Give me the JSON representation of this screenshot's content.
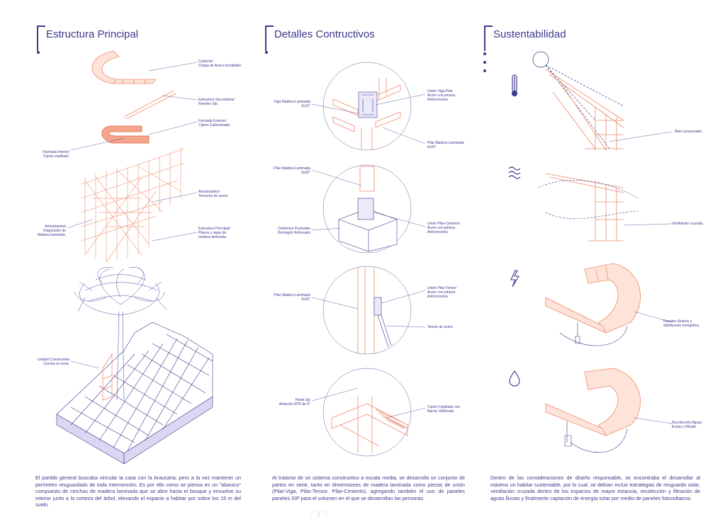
{
  "colors": {
    "accent": "#3d3a8c",
    "structure": "#f08a6c",
    "structure_light": "#f7b9a3",
    "terrain": "#d9d7f2"
  },
  "columns": [
    {
      "title": "Estructura Principal"
    },
    {
      "title": "Detalles Contructivos"
    },
    {
      "title": "Sustentabilidad"
    }
  ],
  "labels": {
    "cubierta": "Cubierta/\nChapa de Acero Inoxidable.",
    "secundaria": "Estructura Secundaria/\nPaneles Sip.",
    "fachada_ext": "Fachada Exterior/\nCiprés Carbonizado.",
    "fachada_int": "Fachada Interior/\nCiprés cepillado.",
    "arriostrantes": "Arriostrantes/\nTensores de acero.",
    "diagonales": "Arriostrantes/\nDiagonales de\nMadera laminada.",
    "principal": "Estructura Principal/\nPilares y vigas de\nmadera laminada.",
    "unidad": "Unidad Constructiva\nCercha en serie.",
    "viga": "Viga Madera Laminada\n6x12\"",
    "union_viga": "Unión Viga-Pilar\nAcero con pintura\nAnticorrosiva",
    "pilar1": "Pilar Madera Laminada\n6x20\"",
    "pilar2": "Pilar Madera Laminada\n6x20\"",
    "cimientos": "Cimientos Puntuales\nHormigón Reforzado",
    "union_cim": "Unión Pilar-Cimiento\nAcero con pintura\nAnticorrosiva",
    "pilar3": "Pilar Madera Laminada\n6x20\"",
    "union_tensor": "Unión Pilar-Tensor\nAcero con pintura\nAnticorrosiva",
    "tensor": "Tensor de acero",
    "panel": "Panel Sip\nAislación EPS de 6\"",
    "cipres": "Ciprés Cepillado con\nBarniz Vitrificado",
    "alero": "Alero proyectado.",
    "ventilacion": "Ventilación cruzada.",
    "paneles_solares": "Paneles Solares y\ndistribución energética.",
    "recoleccion": "Recolección Aguas\nlluvias y filtrado."
  },
  "paragraphs": {
    "p1": "El partido general buscaba vincular la casa con la Araucaria, pero a la vez mantener un perímetro resguardado de toda intervención. Es por ello como se piensa en un \"abanico\" compuesto de cerchas de madera laminada que se abre hacia el bosque y envuelve su interior junto a la corteza del árbol, elevando el espacio a habitar por sobre los 15 m del suelo.",
    "p2": "Al tratarse de un sistema constructivo a escala media, se desarrolla un conjunto de partes en serie, tanto en dimensiones de madera laminada como piezas de unión (Pilar-Viga, Pilar-Tensor, Pilar-Cimiento), agregando también el uso de paneles paneles SIP para el volumen en el que se desarrollan las personas.",
    "p3": "Dentro de las consideraciones de diseño responsable, se encontraba el desarrollar al máximo un habitar sustentable, por lo cual, se debían incluir estrategias de resguardo solar, ventilación cruzada dentro de los espacios de mayor estancia, recolección y filtración de aguas lluvias y finalmente captación de energía solar por medio de paneles fotovoltaicos."
  },
  "icons": [
    "thermometer-icon",
    "waves-icon",
    "lightning-icon",
    "water-drop-icon"
  ]
}
